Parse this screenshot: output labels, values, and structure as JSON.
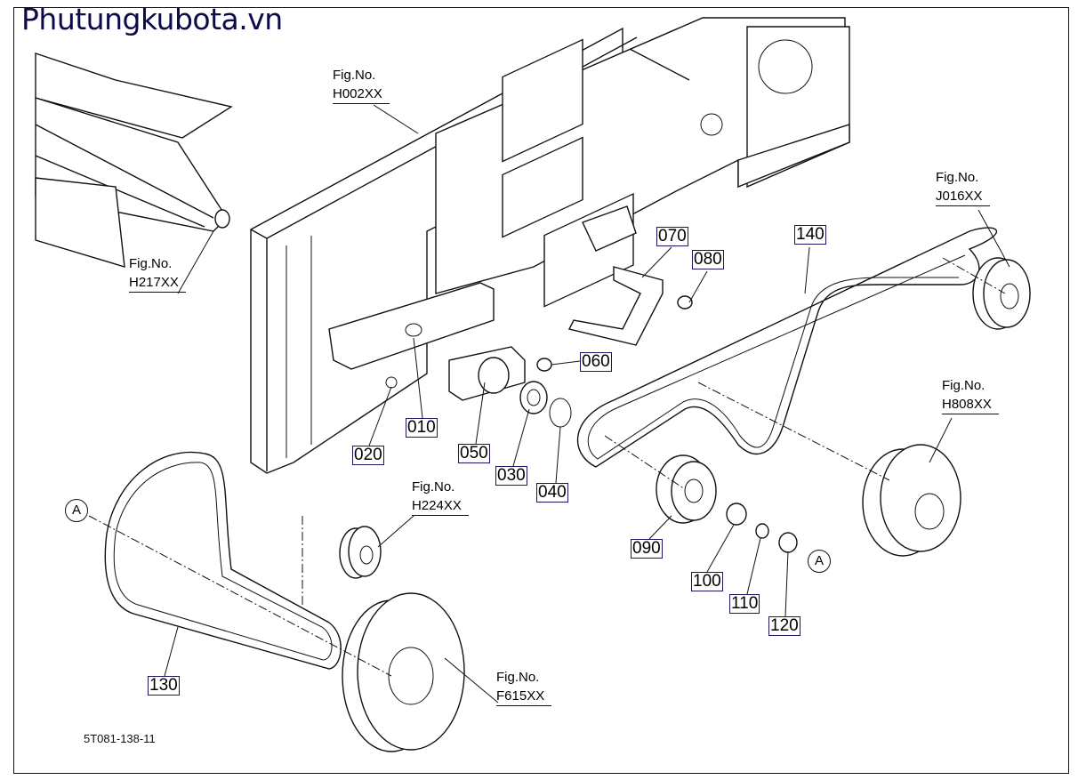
{
  "watermark": "Phutungkubota.vn",
  "diagram_code": "5T081-138-11",
  "parts": [
    {
      "no": "070"
    },
    {
      "no": "080"
    },
    {
      "no": "140"
    },
    {
      "no": "060"
    },
    {
      "no": "010"
    },
    {
      "no": "020"
    },
    {
      "no": "050"
    },
    {
      "no": "030"
    },
    {
      "no": "040"
    },
    {
      "no": "090"
    },
    {
      "no": "100"
    },
    {
      "no": "110"
    },
    {
      "no": "120"
    },
    {
      "no": "130"
    }
  ],
  "fig_refs": [
    {
      "label": "Fig.No.",
      "code": "H002XX"
    },
    {
      "label": "Fig.No.",
      "code": "J016XX"
    },
    {
      "label": "Fig.No.",
      "code": "H217XX"
    },
    {
      "label": "Fig.No.",
      "code": "H808XX"
    },
    {
      "label": "Fig.No.",
      "code": "H224XX"
    },
    {
      "label": "Fig.No.",
      "code": "F615XX"
    }
  ],
  "connectors": [
    {
      "mark": "A"
    },
    {
      "mark": "A"
    }
  ],
  "colors": {
    "label_border": "#1a1660",
    "watermark": "#0d0a4a"
  }
}
